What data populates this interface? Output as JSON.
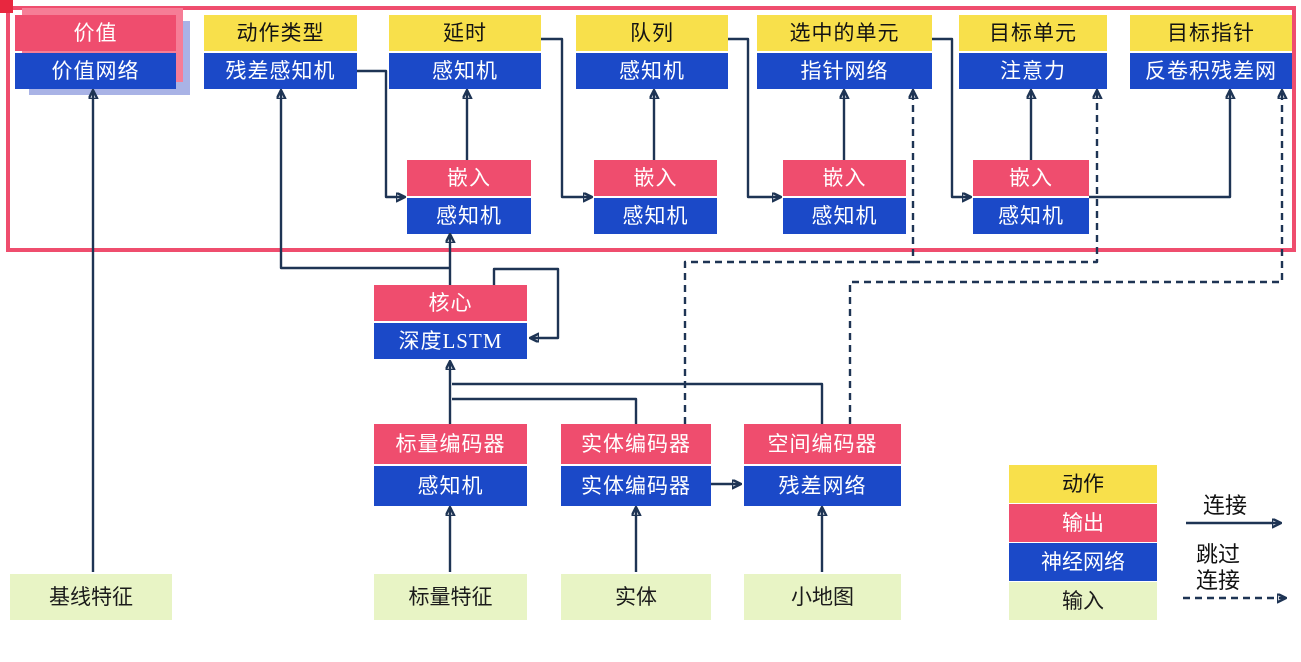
{
  "palette": {
    "action_yellow": "#F8E04B",
    "output_pink": "#EF4D6E",
    "network_blue": "#1B49C8",
    "input_green": "#E8F4C5",
    "arrow_navy": "#1E3454",
    "boundary_pink": "#EF4D6E"
  },
  "heads": [
    {
      "action": "价值",
      "network": "价值网络"
    },
    {
      "action": "动作类型",
      "network": "残差感知机"
    },
    {
      "action": "延时",
      "network": "感知机"
    },
    {
      "action": "队列",
      "network": "感知机"
    },
    {
      "action": "选中的单元",
      "network": "指针网络"
    },
    {
      "action": "目标单元",
      "network": "注意力"
    },
    {
      "action": "目标指针",
      "network": "反卷积残差网"
    }
  ],
  "embeddings": [
    {
      "top": "嵌入",
      "bottom": "感知机"
    },
    {
      "top": "嵌入",
      "bottom": "感知机"
    },
    {
      "top": "嵌入",
      "bottom": "感知机"
    },
    {
      "top": "嵌入",
      "bottom": "感知机"
    }
  ],
  "core": {
    "top": "核心",
    "bottom": "深度LSTM"
  },
  "encoders": [
    {
      "top": "标量编码器",
      "bottom": "感知机"
    },
    {
      "top": "实体编码器",
      "bottom": "实体编码器"
    },
    {
      "top": "空间编码器",
      "bottom": "残差网络"
    }
  ],
  "inputs": {
    "baseline": "基线特征",
    "scalar": "标量特征",
    "entities": "实体",
    "minimap": "小地图"
  },
  "legend": {
    "action": "动作",
    "output": "输出",
    "network": "神经网络",
    "input": "输入",
    "connection": "连接",
    "skip_line1": "跳过",
    "skip_line2": "连接"
  }
}
